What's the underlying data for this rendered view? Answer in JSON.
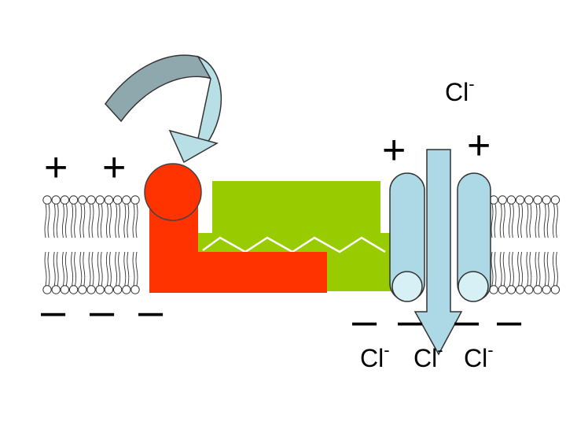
{
  "labels": {
    "plus_left_1": "+",
    "plus_left_2": "+",
    "plus_right_1": "+",
    "plus_right_2": "+",
    "minus_left_1": "–",
    "minus_left_2": "–",
    "minus_left_3": "–",
    "minus_right_1": "–",
    "minus_right_2": "–",
    "minus_right_3": "–",
    "minus_right_4": "–",
    "ion_top": "Cl",
    "ion_bottom_1": "Cl",
    "ion_bottom_2": "Cl",
    "ion_bottom_3": "Cl",
    "ion_charge": "-"
  },
  "colors": {
    "background": "#ffffff",
    "lipid_outline": "#333333",
    "lipid_fill": "#ffffff",
    "receptor": "#ff3300",
    "green_protein": "#99cc00",
    "channel": "#add8e6",
    "channel_highlight": "#d6f0f5",
    "arrow_dark": "#8fa8ad",
    "arrow_light": "#b9dfe6",
    "text": "#000000"
  },
  "icons": {
    "curved_arrow": "curved-arrow-icon",
    "flow_arrow": "down-arrow-icon"
  }
}
